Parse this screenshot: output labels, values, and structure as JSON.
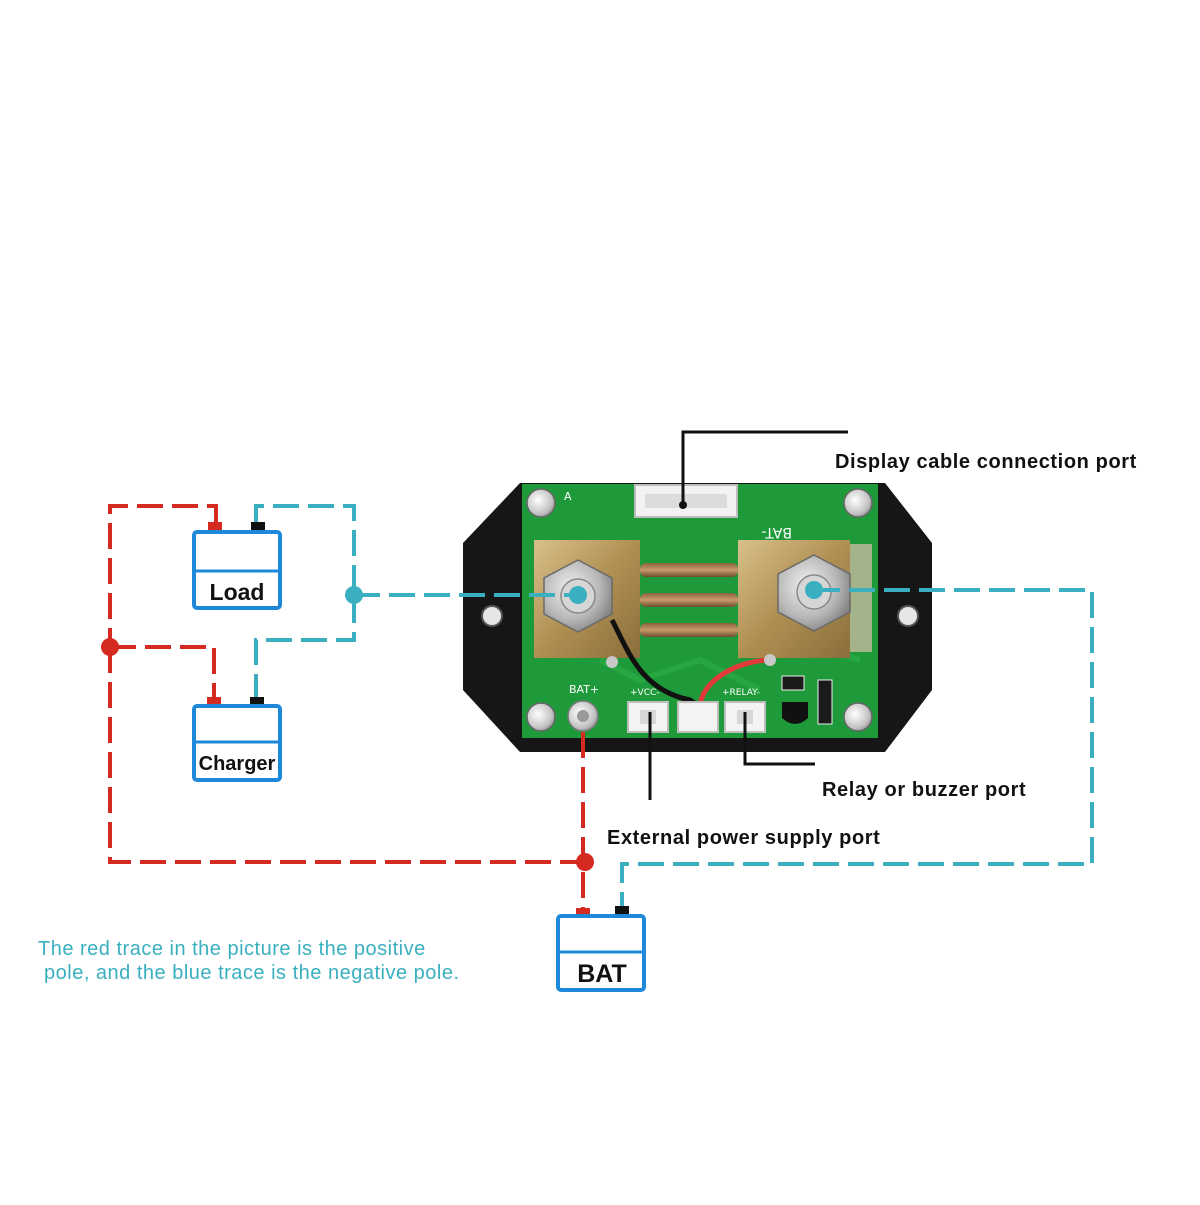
{
  "components": {
    "load": "Load",
    "charger": "Charger",
    "battery": "BAT"
  },
  "callouts": {
    "display_port": "Display cable connection port",
    "relay_port": "Relay or buzzer port",
    "power_port": "External power supply port"
  },
  "board_silkscreen": {
    "bat_minus": "BAT-",
    "bat_plus": "BAT+",
    "vcc": "+VCC-",
    "relay": "+RELAY-",
    "corner_mark": "A"
  },
  "note": {
    "line1": "The red trace in the picture is the positive",
    "line2": "pole, and the blue trace is the negative pole."
  },
  "colors": {
    "positive_trace": "#d42a22",
    "negative_trace": "#3aafc0",
    "box_border": "#1e88d9",
    "note_text": "#3aafc0",
    "pcb_green": "#1f9a3a",
    "enclosure": "#1a1a1a",
    "shunt_brass": "#b79a5a"
  }
}
